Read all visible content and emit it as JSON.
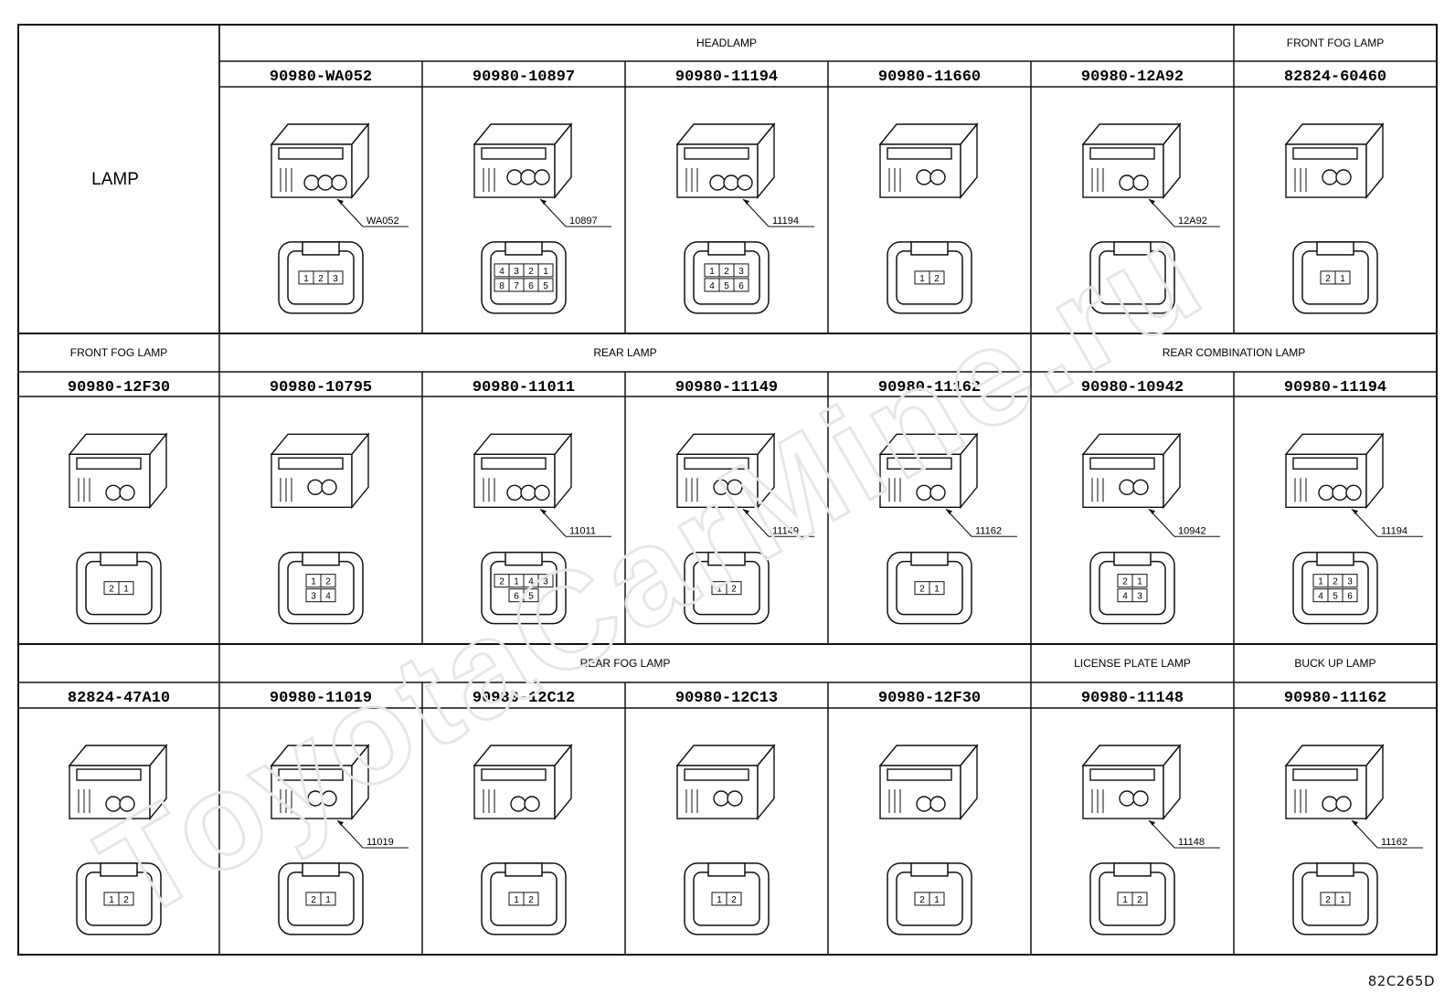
{
  "corner_label": "LAMP",
  "page_code": "82C265D",
  "watermark": "ToyotaCarMine.ru",
  "rows": [
    {
      "groups": [
        {
          "label": "HEADLAMP",
          "span": 5
        },
        {
          "label": "FRONT FOG LAMP",
          "span": 1
        }
      ],
      "cells": [
        {
          "part": "90980-WA052",
          "code": "WA052",
          "pins_top": [
            "1",
            "2",
            "3"
          ],
          "pins_bottom": []
        },
        {
          "part": "90980-10897",
          "code": "10897",
          "pins_top": [
            "4",
            "3",
            "2",
            "1"
          ],
          "pins_bottom": [
            "8",
            "7",
            "6",
            "5"
          ]
        },
        {
          "part": "90980-11194",
          "code": "11194",
          "pins_top": [
            "1",
            "2",
            "3"
          ],
          "pins_bottom": [
            "4",
            "5",
            "6"
          ]
        },
        {
          "part": "90980-11660",
          "code": "",
          "pins_top": [
            "1",
            "2"
          ],
          "pins_bottom": []
        },
        {
          "part": "90980-12A92",
          "code": "12A92",
          "pins_top": [],
          "pins_bottom": []
        },
        {
          "part": "82824-60460",
          "code": "",
          "pins_top": [
            "2",
            "1"
          ],
          "pins_bottom": []
        }
      ]
    },
    {
      "groups": [
        {
          "label": "FRONT FOG LAMP",
          "span": 1
        },
        {
          "label": "REAR LAMP",
          "span": 4
        },
        {
          "label": "REAR COMBINATION LAMP",
          "span": 2
        }
      ],
      "cells": [
        {
          "part": "90980-12F30",
          "code": "",
          "pins_top": [
            "2",
            "1"
          ],
          "pins_bottom": []
        },
        {
          "part": "90980-10795",
          "code": "",
          "pins_top": [
            "1",
            "2"
          ],
          "pins_bottom": [
            "3",
            "4"
          ]
        },
        {
          "part": "90980-11011",
          "code": "11011",
          "pins_top": [
            "2",
            "1",
            "4",
            "3"
          ],
          "pins_bottom": [
            "6",
            "5"
          ]
        },
        {
          "part": "90980-11149",
          "code": "11149",
          "pins_top": [
            "1",
            "2"
          ],
          "pins_bottom": []
        },
        {
          "part": "90980-11162",
          "code": "11162",
          "pins_top": [
            "2",
            "1"
          ],
          "pins_bottom": []
        },
        {
          "part": "90980-10942",
          "code": "10942",
          "pins_top": [
            "2",
            "1"
          ],
          "pins_bottom": [
            "4",
            "3"
          ]
        },
        {
          "part": "90980-11194",
          "code": "11194",
          "pins_top": [
            "1",
            "2",
            "3"
          ],
          "pins_bottom": [
            "4",
            "5",
            "6"
          ]
        }
      ]
    },
    {
      "groups": [
        {
          "label": "",
          "span": 1
        },
        {
          "label": "REAR FOG LAMP",
          "span": 4
        },
        {
          "label": "LICENSE PLATE LAMP",
          "span": 1
        },
        {
          "label": "BUCK UP LAMP",
          "span": 1
        }
      ],
      "cells": [
        {
          "part": "82824-47A10",
          "code": "",
          "pins_top": [
            "1",
            "2"
          ],
          "pins_bottom": []
        },
        {
          "part": "90980-11019",
          "code": "11019",
          "pins_top": [
            "2",
            "1"
          ],
          "pins_bottom": []
        },
        {
          "part": "90980-12C12",
          "code": "",
          "pins_top": [
            "1",
            "2"
          ],
          "pins_bottom": []
        },
        {
          "part": "90980-12C13",
          "code": "",
          "pins_top": [
            "1",
            "2"
          ],
          "pins_bottom": []
        },
        {
          "part": "90980-12F30",
          "code": "",
          "pins_top": [
            "2",
            "1"
          ],
          "pins_bottom": []
        },
        {
          "part": "90980-11148",
          "code": "11148",
          "pins_top": [
            "1",
            "2"
          ],
          "pins_bottom": []
        },
        {
          "part": "90980-11162",
          "code": "11162",
          "pins_top": [
            "2",
            "1"
          ],
          "pins_bottom": []
        }
      ]
    }
  ]
}
